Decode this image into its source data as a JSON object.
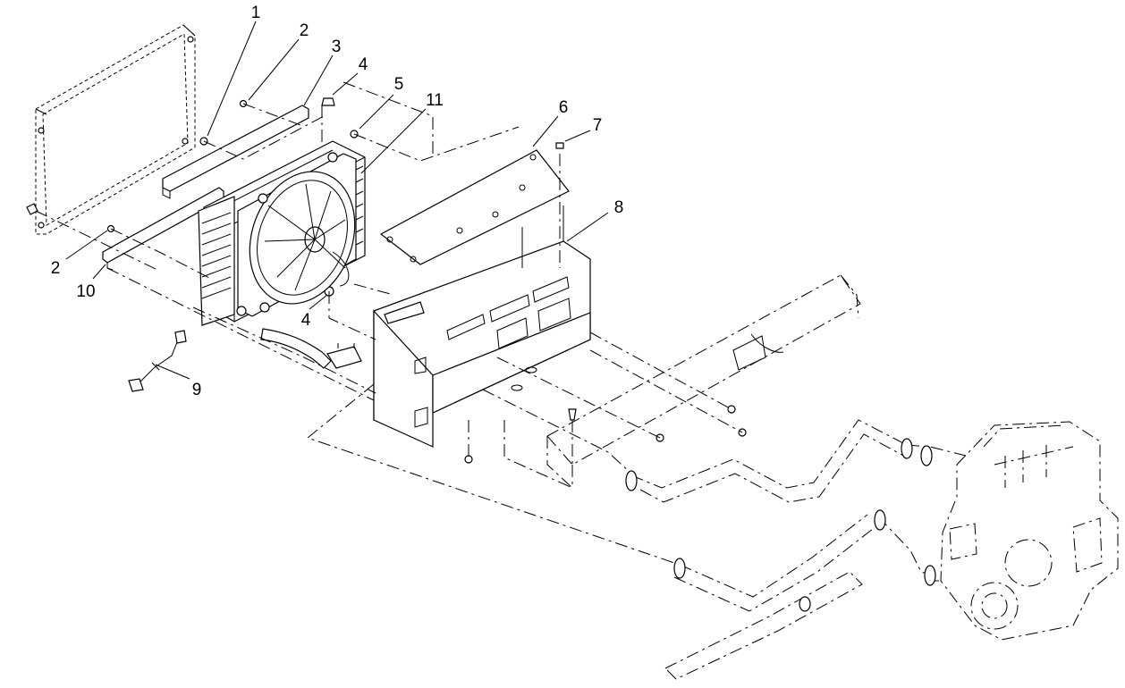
{
  "callouts": {
    "c1": "1",
    "c2a": "2",
    "c3": "3",
    "c4a": "4",
    "c5": "5",
    "c11": "11",
    "c6": "6",
    "c7": "7",
    "c8": "8",
    "c2b": "2",
    "c10": "10",
    "c4b": "4",
    "c9": "9"
  }
}
